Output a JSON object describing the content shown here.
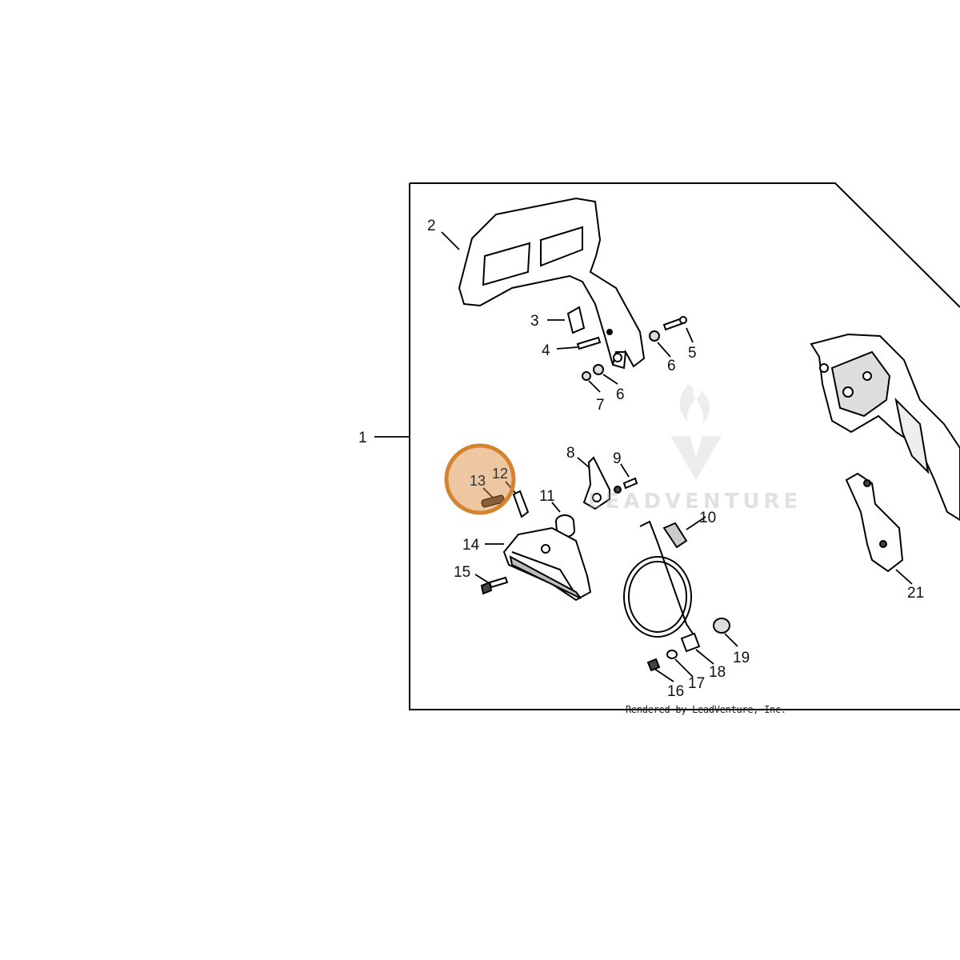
{
  "diagram": {
    "callouts": {
      "c1": "1",
      "c2": "2",
      "c3": "3",
      "c4": "4",
      "c5": "5",
      "c6a": "6",
      "c6b": "6",
      "c7": "7",
      "c8": "8",
      "c9": "9",
      "c10": "10",
      "c11": "11",
      "c12": "12",
      "c13": "13",
      "c14": "14",
      "c15": "15",
      "c16": "16",
      "c17": "17",
      "c18": "18",
      "c19": "19",
      "c21": "21"
    },
    "highlight": {
      "parts": [
        "12",
        "13"
      ],
      "color": "#d4832f"
    },
    "watermark": {
      "brand": "LEADVENTURE"
    },
    "credit": "Rendered by LeadVenture, Inc."
  }
}
